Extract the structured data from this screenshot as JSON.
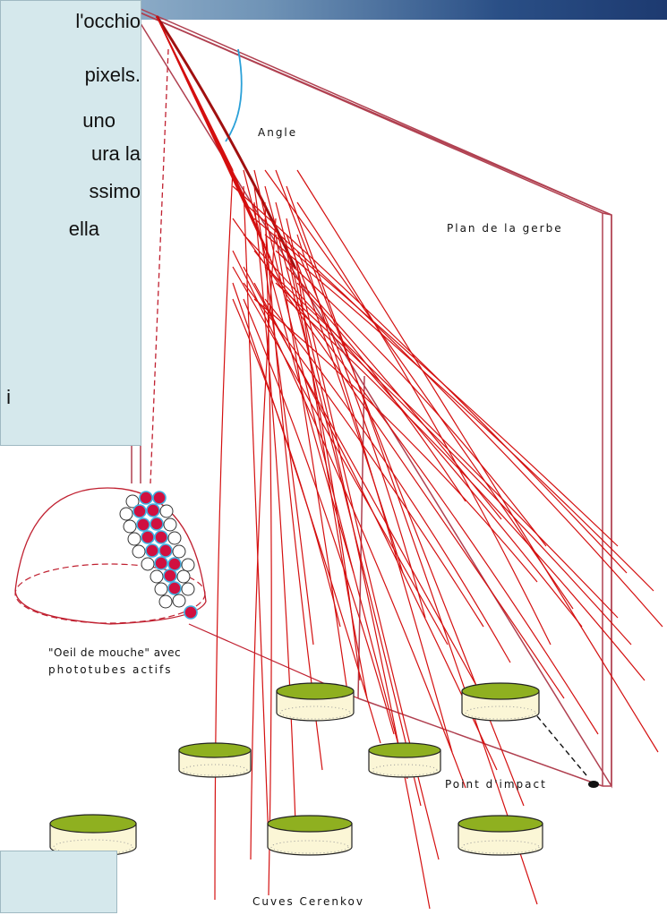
{
  "text_box": {
    "lines": [
      "l'occhio",
      "pixels.",
      "uno",
      "ura la",
      "ssimo",
      "ella",
      "i"
    ]
  },
  "labels": {
    "angle": "Angle",
    "plane": "Plan de la gerbe",
    "eye_line1": "\"Oeil de mouche\" avec",
    "eye_line2": "phototubes actifs",
    "impact": "Point d'impact",
    "tanks": "Cuves Cerenkov"
  },
  "colors": {
    "plane": "#b04050",
    "shower": "#d41010",
    "angle_arc": "#2aa0d8",
    "tank_top": "#8fb020",
    "tank_body": "#fbf6d6",
    "text_panel": "#d5e8ec"
  }
}
